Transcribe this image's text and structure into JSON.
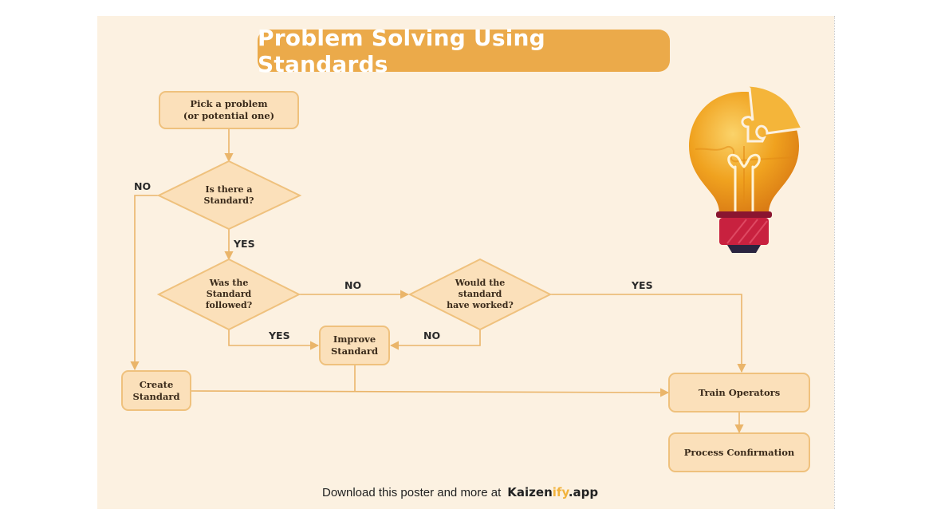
{
  "title": "Problem Solving Using Standards",
  "nodes": {
    "pick_problem": "Pick a problem\n(or potential one)",
    "is_standard": "Is there a\nStandard?",
    "was_followed": "Was the\nStandard\nfollowed?",
    "would_have_worked": "Would the\nstandard\nhave worked?",
    "improve_standard": "Improve\nStandard",
    "create_standard": "Create\nStandard",
    "train_operators": "Train Operators",
    "process_confirmation": "Process Confirmation"
  },
  "labels": {
    "no_left": "NO",
    "yes_down": "YES",
    "no_right": "NO",
    "yes_improve": "YES",
    "no_improve": "NO",
    "yes_train": "YES"
  },
  "footer": {
    "text": "Download this poster and more at",
    "brand_main": "Kaizen",
    "brand_accent": "ify",
    "brand_suffix": ".app"
  },
  "colors": {
    "background": "#fcf1e1",
    "title_fill": "#ebaa4a",
    "node_fill": "#fbe0ba",
    "node_border": "#efc17d",
    "line": "#eab56a",
    "bulb_orange": "#f0a21f",
    "bulb_base": "#c8213f"
  },
  "icons": {
    "illustration": "lightbulb-puzzle-icon"
  }
}
